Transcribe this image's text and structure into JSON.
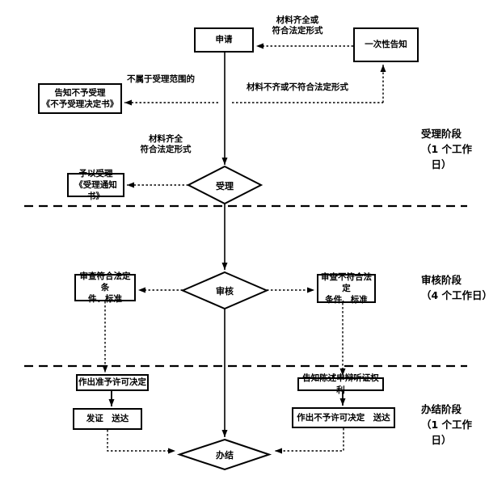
{
  "flowchart": {
    "nodes": {
      "apply": {
        "label": "申请"
      },
      "one_time_notice": {
        "label": "一次性告知"
      },
      "reject_notice": {
        "label": "告知不予受理\n《不予受理决定书》"
      },
      "accept": {
        "label": "受理"
      },
      "accept_notice": {
        "label": "予以受理\n《受理通知书》"
      },
      "review": {
        "label": "审核"
      },
      "review_pass": {
        "label": "审查符合法定条\n件、标准"
      },
      "review_fail": {
        "label": "审查不符合法定\n条件、标准"
      },
      "grant_decision": {
        "label": "作出准予许可决定"
      },
      "issue_deliver": {
        "label": "发证　送达"
      },
      "hearing_rights": {
        "label": "告知陈述申辩听证权利"
      },
      "deny_decision": {
        "label": "作出不予许可决定　送达"
      },
      "complete": {
        "label": "办结"
      }
    },
    "edge_labels": {
      "materials_complete_or_legal": "材料齐全或\n符合法定形式",
      "not_in_scope": "不属于受理范围的",
      "materials_incomplete": "材料不齐或不符合法定形式",
      "materials_complete_legal": "材料齐全\n符合法定形式"
    },
    "stages": [
      {
        "id": "accept-stage",
        "label": "受理阶段\n（1 个工作\n　日）"
      },
      {
        "id": "review-stage",
        "label": "审核阶段\n（4 个工作日）"
      },
      {
        "id": "complete-stage",
        "label": "办结阶段\n（1 个工作\n　日）"
      }
    ],
    "colors": {
      "line": "#000000",
      "background": "#ffffff",
      "text": "#000000"
    }
  }
}
